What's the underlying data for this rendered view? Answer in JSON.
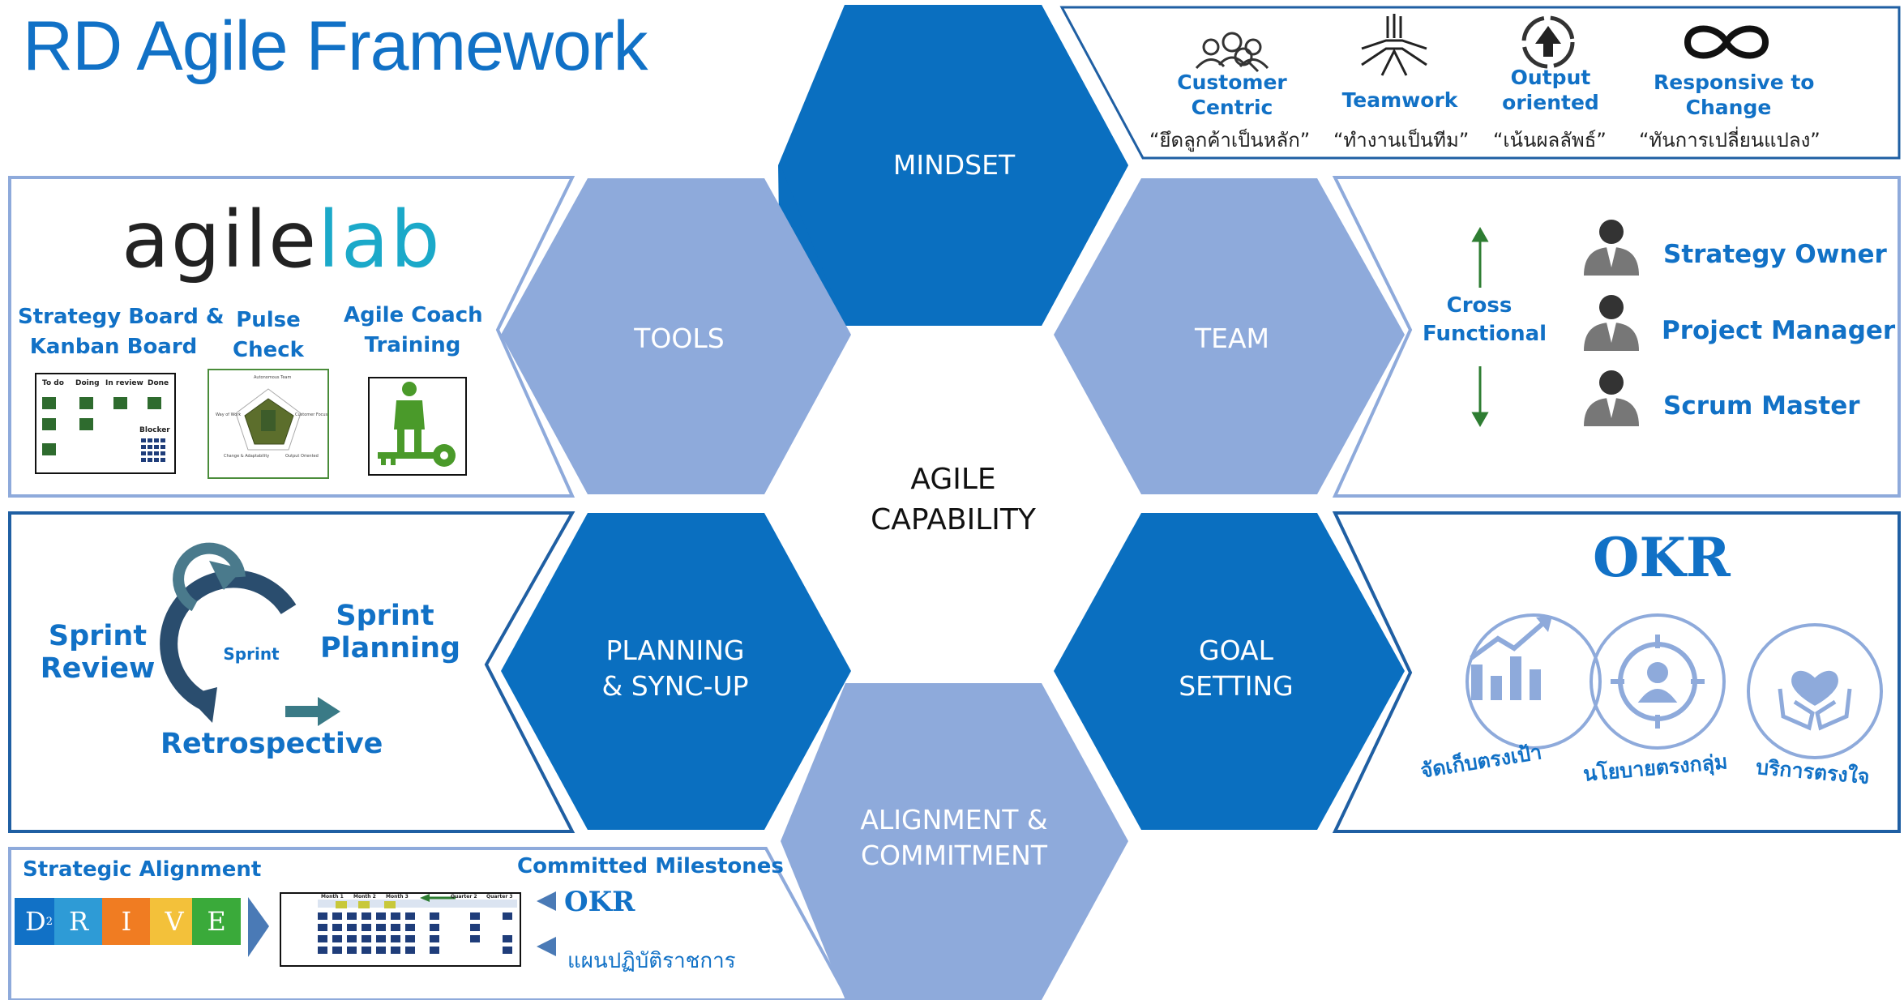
{
  "title": "RD Agile Framework",
  "center": {
    "line1": "AGILE",
    "line2": "CAPABILITY"
  },
  "hexagons": {
    "mindset": "MINDSET",
    "tools": "TOOLS",
    "team": "TEAM",
    "planning": {
      "line1": "PLANNING",
      "line2": "& SYNC-UP"
    },
    "goal": {
      "line1": "GOAL",
      "line2": "SETTING"
    },
    "alignment": {
      "line1": "ALIGNMENT &",
      "line2": "COMMITMENT"
    }
  },
  "mindset_values": [
    {
      "label_lines": [
        "Customer",
        "Centric"
      ],
      "thai": "“ยึดลูกค้าเป็นหลัก”",
      "icon": "customer-group-icon"
    },
    {
      "label_lines": [
        "Teamwork"
      ],
      "thai": "“ทำงานเป็นทีม”",
      "icon": "teamwork-hands-icon"
    },
    {
      "label_lines": [
        "Output",
        "oriented"
      ],
      "thai": "“เน้นผลลัพธ์”",
      "icon": "output-arrow-icon"
    },
    {
      "label_lines": [
        "Responsive to",
        "Change"
      ],
      "thai": "“ทันการเปลี่ยนแปลง”",
      "icon": "infinity-change-icon"
    }
  ],
  "tools_panel": {
    "logo": {
      "dark": "agile",
      "light": "lab"
    },
    "items": [
      {
        "lines": [
          "Strategy Board &",
          "Kanban Board"
        ]
      },
      {
        "lines": [
          "Pulse",
          "Check"
        ]
      },
      {
        "lines": [
          "Agile Coach",
          "Training"
        ]
      }
    ],
    "kanban": {
      "columns": [
        "To do",
        "Doing",
        "In review",
        "Done"
      ],
      "blocker": "Blocker"
    },
    "radar": {
      "labels": [
        "Autonomous Team",
        "Customer Focus",
        "Output Oriented",
        "Change & Adaptability",
        "Way of Work"
      ]
    }
  },
  "team_panel": {
    "cross_functional": [
      "Cross",
      "Functional"
    ],
    "roles": [
      "Strategy Owner",
      "Project Manager",
      "Scrum Master"
    ]
  },
  "sprint_panel": {
    "review": [
      "Sprint",
      "Review"
    ],
    "planning": [
      "Sprint",
      "Planning"
    ],
    "center": "Sprint",
    "retro": "Retrospective"
  },
  "okr_panel": {
    "title": "OKR",
    "items": [
      {
        "thai": "จัดเก็บตรงเป้า",
        "icon": "bar-growth-icon"
      },
      {
        "thai": "นโยบายตรงกลุ่ม",
        "icon": "target-person-icon"
      },
      {
        "thai": "บริการตรงใจ",
        "icon": "heart-hands-icon"
      }
    ]
  },
  "alignment_panel": {
    "strategic": "Strategic Alignment",
    "drive": [
      {
        "letter": "D",
        "sup": "2",
        "color": "#1171c6"
      },
      {
        "letter": "R",
        "color": "#2e9bd6"
      },
      {
        "letter": "I",
        "color": "#f07c22"
      },
      {
        "letter": "V",
        "color": "#f3c13a"
      },
      {
        "letter": "E",
        "color": "#3aaa3a"
      }
    ],
    "milestones": "Committed Milestones",
    "okr": "OKR",
    "plan": "แผนปฏิบัติราชการ",
    "gantt_headers": [
      "Month 1",
      "Month 2",
      "Month 3",
      "Quarter 2",
      "Quarter 3"
    ]
  },
  "colors": {
    "dark_blue": "#0a6fc0",
    "light_blue": "#8eaadb",
    "accent": "#1171c6"
  }
}
